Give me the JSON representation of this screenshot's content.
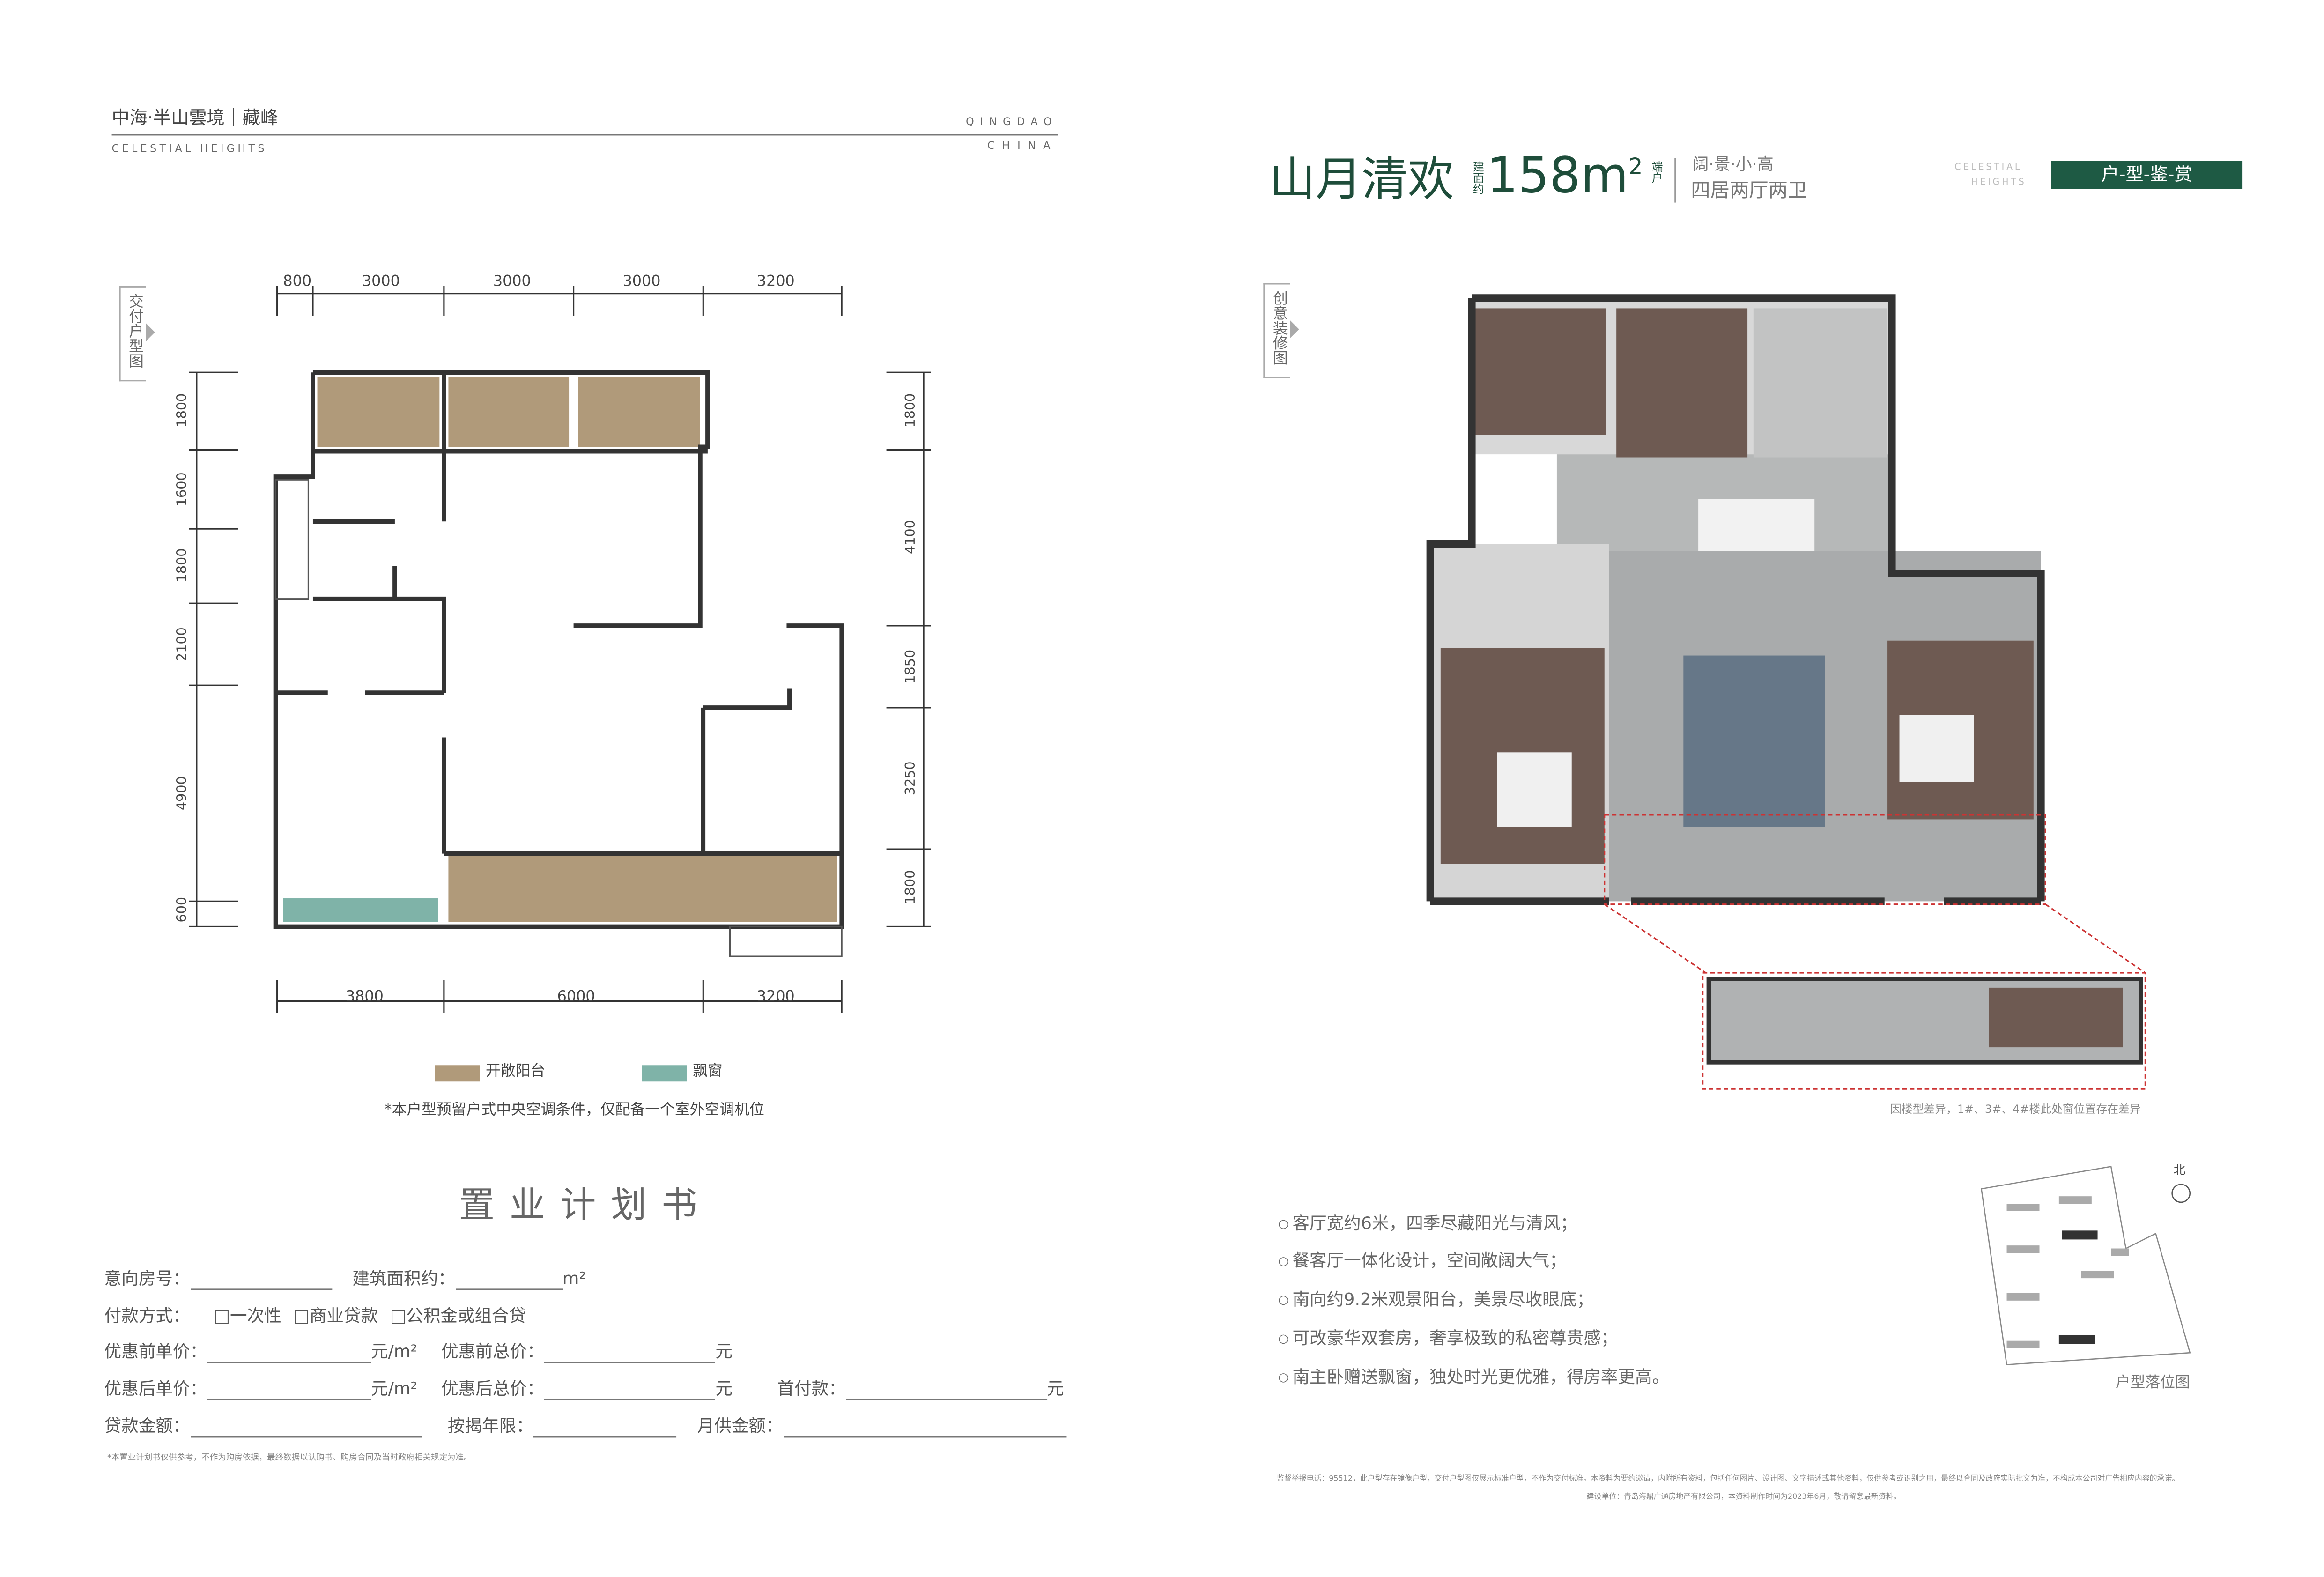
{
  "header_left": {
    "brand": "中海·半山雲境｜藏峰",
    "brand_en": "CELESTIAL  HEIGHTS",
    "city": "QINGDAO",
    "country": "CHINA"
  },
  "left_tag": "交付户型图",
  "plan_dims": {
    "top": [
      "800",
      "3000",
      "3000",
      "3000",
      "3200"
    ],
    "left": [
      "1800",
      "1600",
      "1800",
      "2100",
      "4900",
      "600"
    ],
    "right": [
      "1800",
      "4100",
      "1850",
      "3250",
      "1800"
    ],
    "bottom": [
      "3800",
      "6000",
      "3200"
    ]
  },
  "legend": [
    {
      "label": "开敞阳台",
      "color": "#b09a7a"
    },
    {
      "label": "飘窗",
      "color": "#7fb3a8"
    }
  ],
  "plan_note": "*本户型预留户式中央空调条件，仅配备一个室外空调机位",
  "plan_form": {
    "title": "置业计划书",
    "room_no": "意向房号：",
    "area": "建筑面积约：",
    "area_unit": "m²",
    "payment": "付款方式：",
    "opt1": "□一次性",
    "opt2": "□商业贷款",
    "opt3": "□公积金或组合贷",
    "unit_before": "优惠前单价：",
    "total_before": "优惠前总价：",
    "unit_after": "优惠后单价：",
    "total_after": "优惠后总价：",
    "down": "首付款：",
    "loan": "贷款金额：",
    "years": "按揭年限：",
    "monthly": "月供金额：",
    "price_unit": "元/m²",
    "yuan": "元",
    "footnote": "*本置业计划书仅供参考，不作为购房依据，最终数据以认购书、购房合同及当时政府相关规定为准。"
  },
  "title": {
    "name": "山月清欢",
    "area_prefix": "建面约",
    "area": "158m",
    "sup": "2",
    "type": "端户",
    "tagline": "阔·景·小·高",
    "layout": "四居两厅两卫",
    "en1": "CELESTIAL",
    "en2": "HEIGHTS",
    "badge": "户-型-鉴-赏",
    "accent": "#1e5a44"
  },
  "right_tag": "创意装修图",
  "window_note": "因楼型差异，1#、3#、4#楼此处窗位置存在差异",
  "features": [
    "客厅宽约6米，四季尽藏阳光与清风；",
    "餐客厅一体化设计，空间敞阔大气；",
    "南向约9.2米观景阳台，美景尽收眼底；",
    "可改豪华双套房，奢享极致的私密尊贵感；",
    "南主卧赠送飘窗，独处时光更优雅，得房率更高。"
  ],
  "location": {
    "north": "北",
    "label": "户型落位图"
  },
  "disclaimer": [
    "监督举报电话：95512，此户型存在镜像户型，交付户型图仅展示标准户型，不作为交付标准。本资料为要约邀请，内附所有资料，包括任何图片、设计图、文字描述或其他资料，仅供参考或识别之用，最终以合同及政府实际批文为准，不构成本公司对广告相应内容的承诺。",
    "建设单位：青岛海鼎广通房地产有限公司，本资料制作时间为2023年6月，敬请留意最新资料。"
  ]
}
